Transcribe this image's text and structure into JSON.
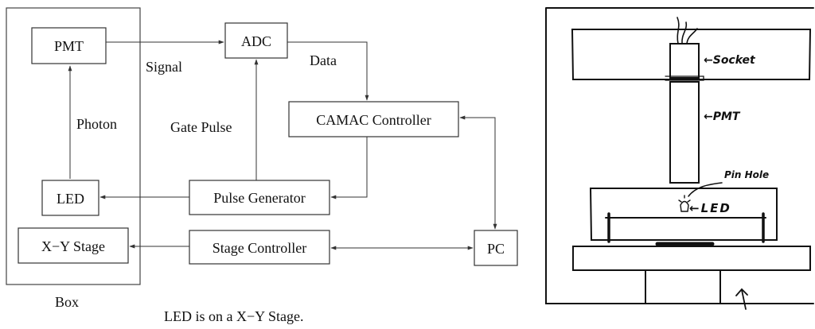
{
  "block_diagram": {
    "nodes": {
      "pmt": "PMT",
      "adc": "ADC",
      "camac": "CAMAC Controller",
      "led": "LED",
      "pulse_gen": "Pulse Generator",
      "xy_stage": "X−Y Stage",
      "stage_ctrl": "Stage Controller",
      "pc": "PC"
    },
    "labels": {
      "signal": "Signal",
      "data": "Data",
      "photon": "Photon",
      "gate_pulse": "Gate Pulse",
      "box": "Box"
    },
    "caption": "LED is on a X−Y Stage."
  },
  "sketch": {
    "labels": {
      "socket": "←Socket",
      "pmt": "←PMT",
      "pin_hole": "Pin Hole",
      "led": "←LED"
    }
  }
}
